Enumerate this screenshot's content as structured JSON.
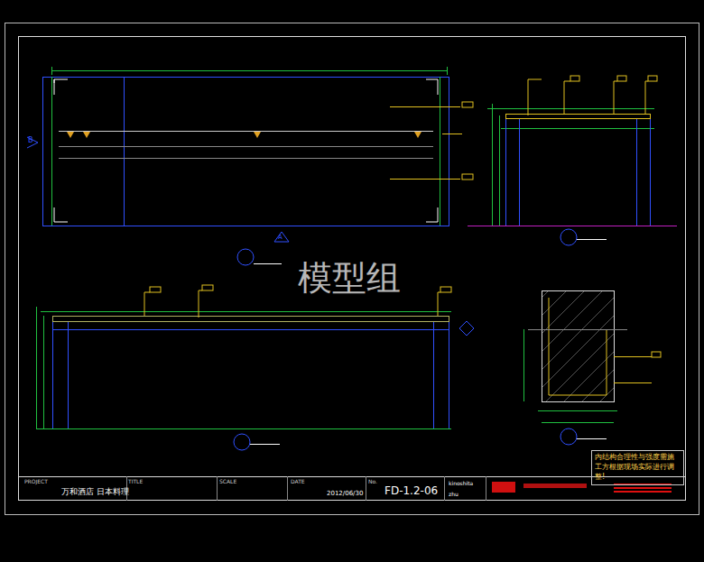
{
  "diagram": {
    "nodes": [
      {
        "text": [
          "内结构合理性与强度需施工方根据现场实际进行调整!"
        ]
      }
    ],
    "labels": [
      "模型组",
      "B",
      "A",
      "PROJECT",
      "万和酒店 日本料理",
      "TITLE",
      "SCALE",
      "DATE",
      "2012/06/30",
      "No.",
      "FD-1.2-06",
      "kinoshita",
      "zhu"
    ]
  }
}
